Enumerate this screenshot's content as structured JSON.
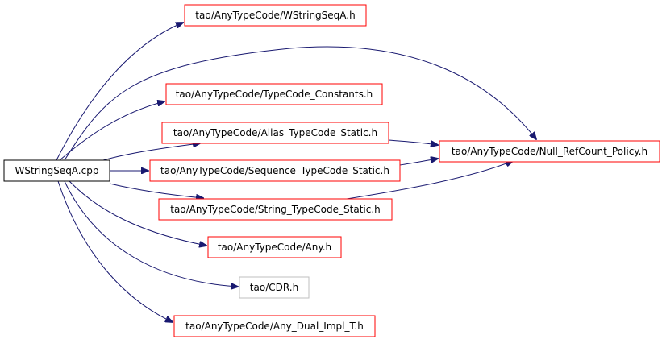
{
  "colors": {
    "background": "#ffffff",
    "root_fill": "#bfbfbf",
    "root_border": "#000000",
    "file_border": "#ff0000",
    "external_border": "#bfbfbf",
    "edge": "#191970"
  },
  "nodes": [
    {
      "id": "root",
      "label": "WStringSeqA.cpp",
      "kind": "root"
    },
    {
      "id": "wstringseqa_h",
      "label": "tao/AnyTypeCode/WStringSeqA.h",
      "kind": "file"
    },
    {
      "id": "typecode_constants_h",
      "label": "tao/AnyTypeCode/TypeCode_Constants.h",
      "kind": "file"
    },
    {
      "id": "alias_typecode_static_h",
      "label": "tao/AnyTypeCode/Alias_TypeCode_Static.h",
      "kind": "file"
    },
    {
      "id": "sequence_typecode_static_h",
      "label": "tao/AnyTypeCode/Sequence_TypeCode_Static.h",
      "kind": "file"
    },
    {
      "id": "string_typecode_static_h",
      "label": "tao/AnyTypeCode/String_TypeCode_Static.h",
      "kind": "file"
    },
    {
      "id": "any_h",
      "label": "tao/AnyTypeCode/Any.h",
      "kind": "file"
    },
    {
      "id": "cdr_h",
      "label": "tao/CDR.h",
      "kind": "external"
    },
    {
      "id": "any_dual_impl_t_h",
      "label": "tao/AnyTypeCode/Any_Dual_Impl_T.h",
      "kind": "file"
    },
    {
      "id": "null_refcount_policy_h",
      "label": "tao/AnyTypeCode/Null_RefCount_Policy.h",
      "kind": "file"
    }
  ],
  "edges": [
    {
      "from": "root",
      "to": "wstringseqa_h"
    },
    {
      "from": "root",
      "to": "null_refcount_policy_h"
    },
    {
      "from": "root",
      "to": "typecode_constants_h"
    },
    {
      "from": "root",
      "to": "alias_typecode_static_h"
    },
    {
      "from": "root",
      "to": "sequence_typecode_static_h"
    },
    {
      "from": "root",
      "to": "string_typecode_static_h"
    },
    {
      "from": "root",
      "to": "any_h"
    },
    {
      "from": "root",
      "to": "cdr_h"
    },
    {
      "from": "root",
      "to": "any_dual_impl_t_h"
    },
    {
      "from": "alias_typecode_static_h",
      "to": "null_refcount_policy_h"
    },
    {
      "from": "sequence_typecode_static_h",
      "to": "null_refcount_policy_h"
    },
    {
      "from": "string_typecode_static_h",
      "to": "null_refcount_policy_h"
    }
  ]
}
